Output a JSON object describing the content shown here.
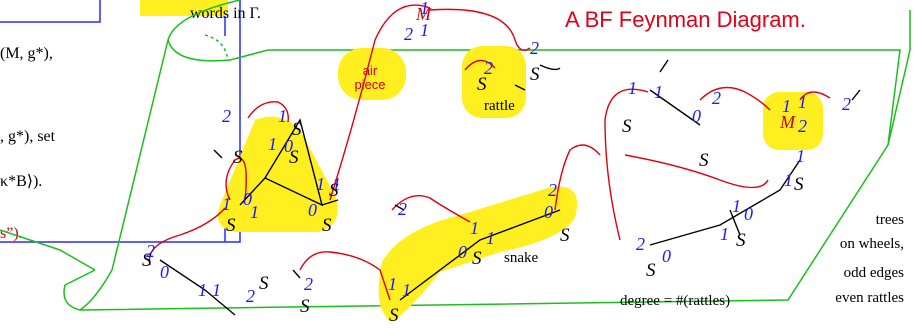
{
  "title": "A BF Feynman Diagram.",
  "left_panel": {
    "top_fragment": "words in Γ.",
    "line_1": "(M, g*),",
    "line_2": ", g*), set",
    "line_3": "κ*B⟩).",
    "line_4": "s”)."
  },
  "labels": {
    "M": "M",
    "S": "S",
    "one": "1",
    "two": "2",
    "zero": "0"
  },
  "annotations": {
    "air_piece_1": "air",
    "air_piece_2": "piece",
    "rattle": "rattle",
    "snake": "snake",
    "degree": "degree = #(rattles)"
  },
  "side_notes": {
    "line_1": "trees",
    "line_2": "on wheels,",
    "line_3": "odd edges",
    "line_4": "even rattles"
  },
  "colors": {
    "title": "#e0001a",
    "highlight": "#ffef20",
    "sheet": "#1bbf1b",
    "panel_border": "#2a2aff",
    "edges": "#e00010",
    "vertex_numbers": "#1a1aff"
  }
}
